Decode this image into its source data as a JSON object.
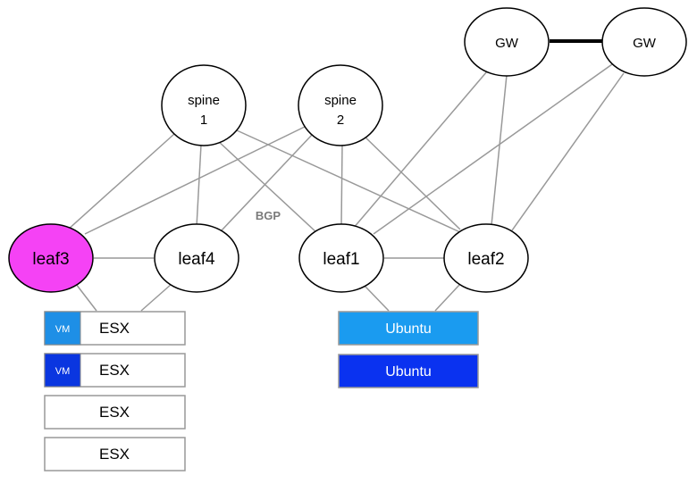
{
  "nodes": {
    "spine1": {
      "line1": "spine",
      "line2": "1"
    },
    "spine2": {
      "line1": "spine",
      "line2": "2"
    },
    "gw_left": {
      "label": "GW"
    },
    "gw_right": {
      "label": "GW"
    },
    "leaf1": {
      "label": "leaf1"
    },
    "leaf2": {
      "label": "leaf2"
    },
    "leaf3": {
      "label": "leaf3"
    },
    "leaf4": {
      "label": "leaf4"
    }
  },
  "bgp_label": "BGP",
  "esx_hosts": [
    {
      "label": "ESX",
      "vm": "VM"
    },
    {
      "label": "ESX",
      "vm": "VM"
    },
    {
      "label": "ESX"
    },
    {
      "label": "ESX"
    }
  ],
  "ubuntu_hosts": [
    {
      "label": "Ubuntu"
    },
    {
      "label": "Ubuntu"
    }
  ],
  "colors": {
    "leaf3_fill": "#f542f5",
    "vm1": "#1e8fe6",
    "vm2": "#0a36e0",
    "ubuntu1": "#1a9bf0",
    "ubuntu2": "#0a32f0",
    "link": "#999999",
    "gw_link": "#000000"
  }
}
